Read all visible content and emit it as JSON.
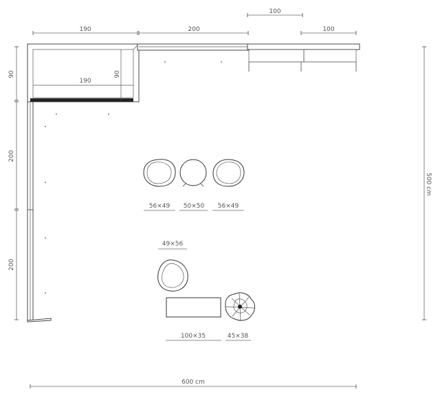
{
  "dimensions": {
    "top_left_width": "190",
    "top_mid_width": "200",
    "top_right_upper": "100",
    "top_right_lower": "100",
    "inner_width": "190",
    "inner_depth": "90",
    "left_top": "90",
    "left_mid": "200",
    "left_bottom": "200",
    "total_height": "500 cm",
    "total_width": "600 cm"
  },
  "furniture": {
    "chair_left": "56×49",
    "stool_center": "50×50",
    "chair_right": "56×49",
    "chair_lower": "49×56",
    "table": "100×35",
    "plant": "45×38"
  },
  "colors": {
    "line": "#444444",
    "text": "#555555",
    "dark": "#222222"
  }
}
